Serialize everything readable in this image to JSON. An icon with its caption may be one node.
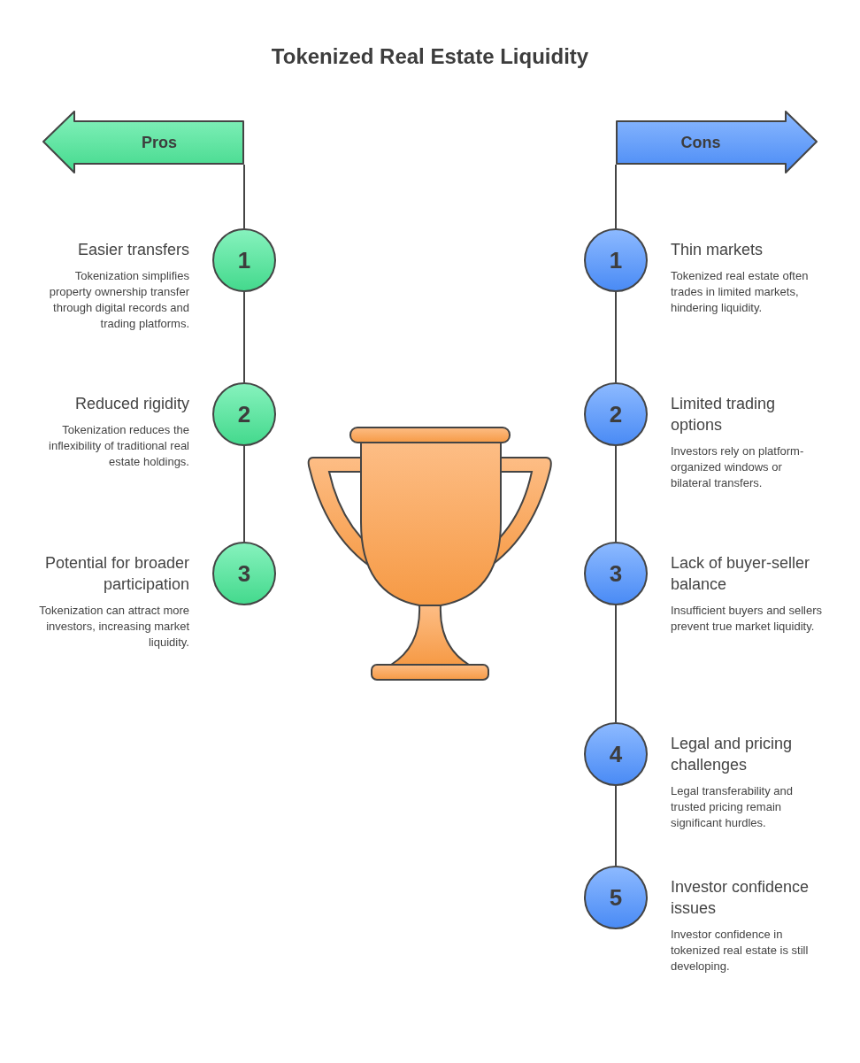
{
  "diagram": {
    "title": "Tokenized Real Estate Liquidity",
    "nodes": [
      {
        "text": [
          "Pros"
        ]
      },
      {
        "text": [
          "1"
        ],
        "beside": [
          "Easier transfers",
          "Tokenization simplifies property ownership transfer through digital records and trading platforms."
        ]
      },
      {
        "text": [
          "2"
        ],
        "beside": [
          "Reduced rigidity",
          "Tokenization reduces the inflexibility of traditional real estate holdings."
        ]
      },
      {
        "text": [
          "3"
        ],
        "beside": [
          "Potential for broader participation",
          "Tokenization can attract more investors, increasing market liquidity."
        ]
      },
      {
        "text": [
          "Cons"
        ]
      },
      {
        "text": [
          "1"
        ],
        "beside": [
          "Thin markets",
          "Tokenized real estate often trades in limited markets, hindering liquidity."
        ]
      },
      {
        "text": [
          "2"
        ],
        "beside": [
          "Limited trading options",
          "Investors rely on platform-organized windows or bilateral transfers."
        ]
      },
      {
        "text": [
          "3"
        ],
        "beside": [
          "Lack of buyer-seller balance",
          "Insufficient buyers and sellers prevent true market liquidity."
        ]
      },
      {
        "text": [
          "4"
        ],
        "beside": [
          "Legal and pricing challenges",
          "Legal transferability and trusted pricing remain significant hurdles."
        ]
      },
      {
        "text": [
          "5"
        ],
        "beside": [
          "Investor confidence issues",
          "Investor confidence in tokenized real estate is still developing."
        ]
      }
    ],
    "edges": [
      {
        "from": 0,
        "to": 1,
        "arrow": "none"
      },
      {
        "from": 1,
        "to": 2,
        "arrow": "none"
      },
      {
        "from": 2,
        "to": 3,
        "arrow": "none"
      },
      {
        "from": 4,
        "to": 5,
        "arrow": "none"
      },
      {
        "from": 5,
        "to": 6,
        "arrow": "none"
      },
      {
        "from": 6,
        "to": 7,
        "arrow": "none"
      },
      {
        "from": 7,
        "to": 8,
        "arrow": "none"
      },
      {
        "from": 8,
        "to": 9,
        "arrow": "none"
      }
    ]
  }
}
